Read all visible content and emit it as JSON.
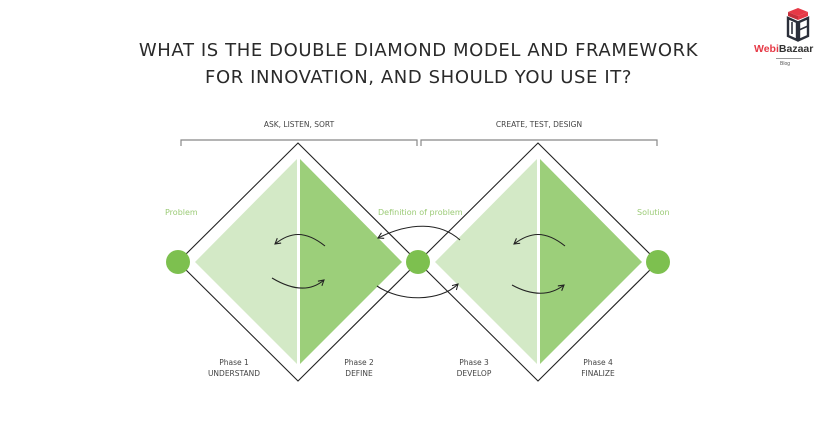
{
  "header": {
    "title_line1": "WHAT IS THE DOUBLE DIAMOND MODEL AND FRAMEWORK",
    "title_line2": "FOR INNOVATION, AND SHOULD YOU USE IT?"
  },
  "logo": {
    "brand_part1": "Webi",
    "brand_part2": "Bazaar",
    "subtitle": "Blog",
    "colors": {
      "red": "#e63946",
      "dark": "#2b2f3a"
    }
  },
  "brackets": [
    {
      "label": "ASK, LISTEN, SORT"
    },
    {
      "label": "CREATE, TEST, DESIGN"
    }
  ],
  "nodes": [
    {
      "label": "Problem"
    },
    {
      "label": "Definition of problem"
    },
    {
      "label": "Solution"
    }
  ],
  "phases": [
    {
      "number": "Phase 1",
      "name": "UNDERSTAND"
    },
    {
      "number": "Phase 2",
      "name": "DEFINE"
    },
    {
      "number": "Phase 3",
      "name": "DEVELOP"
    },
    {
      "number": "Phase 4",
      "name": "FINALIZE"
    }
  ],
  "colors": {
    "light_green": "#d3e9c6",
    "mid_green": "#9ccf7a",
    "node_green": "#7dc04f",
    "label_green": "#9ccb77",
    "outline": "#222222",
    "bracket": "#888888"
  }
}
